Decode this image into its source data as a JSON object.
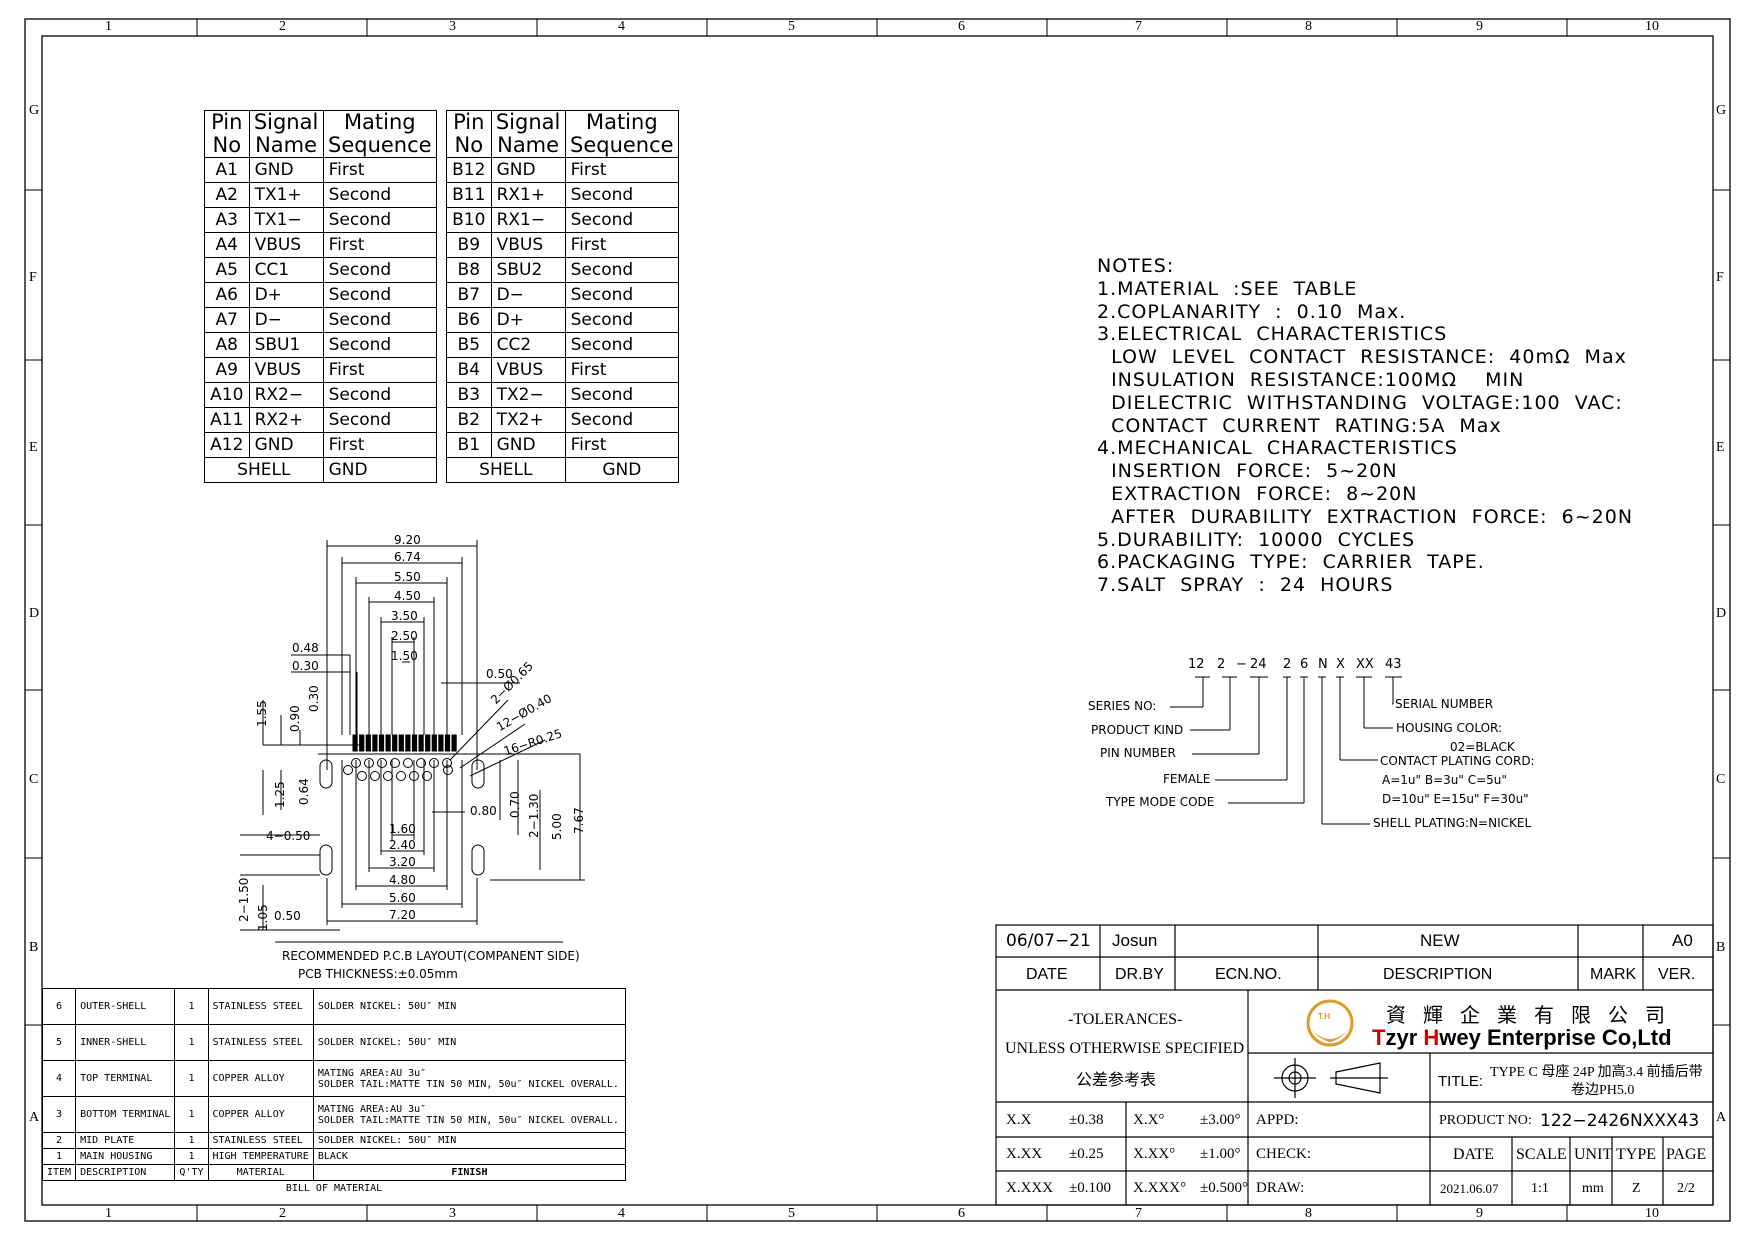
{
  "frame": {
    "col_numbers": [
      "1",
      "2",
      "3",
      "4",
      "5",
      "6",
      "7",
      "8",
      "9",
      "10"
    ],
    "row_letters": [
      "G",
      "F",
      "E",
      "D",
      "C",
      "B",
      "A"
    ]
  },
  "pin_table": {
    "header": {
      "pin_1": "Pin",
      "pin_2": "No",
      "sig_1": "Signal",
      "sig_2": "Name",
      "mat_1": "Mating",
      "mat_2": "Sequence"
    },
    "left_rows": [
      [
        "A1",
        "GND",
        "First"
      ],
      [
        "A2",
        "TX1+",
        "Second"
      ],
      [
        "A3",
        "TX1−",
        "Second"
      ],
      [
        "A4",
        "VBUS",
        "First"
      ],
      [
        "A5",
        "CC1",
        "Second"
      ],
      [
        "A6",
        "D+",
        "Second"
      ],
      [
        "A7",
        "D−",
        "Second"
      ],
      [
        "A8",
        "SBU1",
        "Second"
      ],
      [
        "A9",
        "VBUS",
        "First"
      ],
      [
        "A10",
        "RX2−",
        "Second"
      ],
      [
        "A11",
        "RX2+",
        "Second"
      ],
      [
        "A12",
        "GND",
        "First"
      ]
    ],
    "right_rows": [
      [
        "B12",
        "GND",
        "First"
      ],
      [
        "B11",
        "RX1+",
        "Second"
      ],
      [
        "B10",
        "RX1−",
        "Second"
      ],
      [
        "B9",
        "VBUS",
        "First"
      ],
      [
        "B8",
        "SBU2",
        "Second"
      ],
      [
        "B7",
        "D−",
        "Second"
      ],
      [
        "B6",
        "D+",
        "Second"
      ],
      [
        "B5",
        "CC2",
        "Second"
      ],
      [
        "B4",
        "VBUS",
        "First"
      ],
      [
        "B3",
        "TX2−",
        "Second"
      ],
      [
        "B2",
        "TX2+",
        "Second"
      ],
      [
        "B1",
        "GND",
        "First"
      ]
    ],
    "footer": {
      "shell": "SHELL",
      "gnd": "GND"
    }
  },
  "notes": {
    "title": "NOTES:",
    "lines": [
      "1.MATERIAL  :SEE  TABLE",
      "2.COPLANARITY  :  0.10  Max.",
      "3.ELECTRICAL  CHARACTERISTICS",
      "  LOW  LEVEL  CONTACT  RESISTANCE:  40mΩ  Max",
      "  INSULATION  RESISTANCE:100MΩ    MIN",
      "  DIELECTRIC  WITHSTANDING  VOLTAGE:100  VAC:",
      "  CONTACT  CURRENT  RATING:5A  Max",
      "4.MECHANICAL  CHARACTERISTICS",
      "  INSERTION  FORCE:  5~20N",
      "  EXTRACTION  FORCE:  8~20N",
      "  AFTER  DURABILITY  EXTRACTION  FORCE:  6~20N",
      "5.DURABILITY:  10000  CYCLES",
      "6.PACKAGING  TYPE:  CARRIER  TAPE.",
      "7.SALT  SPRAY  :  24  HOURS"
    ]
  },
  "part_code": {
    "code": [
      "12",
      "2",
      "−",
      "24",
      "2",
      "6",
      "N",
      "X",
      "XX",
      "43"
    ],
    "series_no": "SERIES  NO:",
    "product_kind": "PRODUCT  KIND",
    "pin_number": "PIN  NUMBER",
    "female": "FEMALE",
    "type_mode": "TYPE  MODE  CODE",
    "serial_number": "SERIAL  NUMBER",
    "housing_color": "HOUSING  COLOR:",
    "housing_black": "02=BLACK",
    "contact_plating": "CONTACT  PLATING  CORD:",
    "plating_row1": "A=1u\"   B=3u\"   C=5u\"",
    "plating_row2": "D=10u\"  E=15u\"  F=30u\"",
    "shell_plating": "SHELL  PLATING:N=NICKEL"
  },
  "pcb": {
    "dims_top": [
      "9.20",
      "6.74",
      "5.50",
      "4.50",
      "3.50",
      "2.50",
      "1.50"
    ],
    "dims_left": [
      "0.48",
      "0.30"
    ],
    "dim_050": "0.50",
    "hole_1": "2−Ø0.65",
    "hole_2": "12−Ø0.40",
    "hole_3": "16−R0.25",
    "v_155": "1.55",
    "v_090": "0.90",
    "v_030": "0.30",
    "v_125": "1.25",
    "v_064": "0.64",
    "dim_080": "0.80",
    "v_070": "0.70",
    "v_2130": "2−1.30",
    "v_500": "5.00",
    "v_767": "7.67",
    "dim_4050": "4−0.50",
    "dims_bottom": [
      "1.60",
      "2.40",
      "3.20",
      "4.80",
      "5.60",
      "7.20"
    ],
    "v_2150": "2−1.50",
    "v_105": "1.05",
    "dim_b050": "0.50",
    "caption": "RECOMMENDED  P.C.B  LAYOUT(COMPANENT  SIDE)",
    "thickness": "PCB  THICKNESS:±0.05mm"
  },
  "bom": {
    "rows": [
      {
        "item": "6",
        "desc": "OUTER-SHELL",
        "qty": "1",
        "mat": "STAINLESS STEEL",
        "finish": [
          "SOLDER NICKEL: 50U″ MIN"
        ]
      },
      {
        "item": "5",
        "desc": "INNER-SHELL",
        "qty": "1",
        "mat": "STAINLESS STEEL",
        "finish": [
          "SOLDER NICKEL: 50U″ MIN"
        ]
      },
      {
        "item": "4",
        "desc": "TOP TERMINAL",
        "qty": "1",
        "mat": "COPPER ALLOY",
        "finish": [
          "MATING AREA:AU 3u″",
          "SOLDER TAIL:MATTE TIN 50 MIN, 50u″ NICKEL OVERALL."
        ]
      },
      {
        "item": "3",
        "desc": "BOTTOM TERMINAL",
        "qty": "1",
        "mat": "COPPER ALLOY",
        "finish": [
          "MATING AREA:AU 3u″",
          "SOLDER TAIL:MATTE TIN 50 MIN, 50u″ NICKEL OVERALL."
        ]
      },
      {
        "item": "2",
        "desc": "MID PLATE",
        "qty": "1",
        "mat": "STAINLESS STEEL",
        "finish": [
          "SOLDER NICKEL: 50U″ MIN"
        ]
      },
      {
        "item": "1",
        "desc": "MAIN HOUSING",
        "qty": "1",
        "mat": "HIGH TEMPERATURE",
        "finish": [
          "BLACK"
        ]
      }
    ],
    "header": {
      "item": "ITEM",
      "desc": "DESCRIPTION",
      "qty": "Q'TY",
      "mat": "MATERIAL",
      "finish": "FINISH"
    },
    "caption": "BILL  OF  MATERIAL"
  },
  "title_block": {
    "date_val": "06/07−21",
    "drby_val": "Josun",
    "desc_val": "NEW",
    "ver_val": "A0",
    "date_lbl": "DATE",
    "drby_lbl": "DR.BY",
    "ecn_lbl": "ECN.NO.",
    "desc_lbl": "DESCRIPTION",
    "mark_lbl": "MARK",
    "ver_lbl": "VER.",
    "tol_1": "-TOLERANCES-",
    "tol_2": "UNLESS OTHERWISE SPECIFIED",
    "tol_3": "公差参考表",
    "company_cn": "資 輝 企 業 有 限 公 司",
    "company_en_1": "T",
    "company_en_2": "zyr ",
    "company_en_3": "H",
    "company_en_4": "wey Enterprise Co,Ltd",
    "logo_text": "T.H",
    "title_lbl": "TITLE:",
    "title_1": "TYPE C 母座 24P 加高3.4 前插后带",
    "title_2": "卷边PH5.0",
    "tol_rows": [
      [
        "X.X",
        "±0.38",
        "X.X°",
        "±3.00°"
      ],
      [
        "X.XX",
        "±0.25",
        "X.XX°",
        "±1.00°"
      ],
      [
        "X.XXX",
        "±0.100",
        "X.XXX°",
        "±0.500°"
      ]
    ],
    "appd": "APPD:",
    "check": "CHECK:",
    "draw": "DRAW:",
    "product_lbl": "PRODUCT NO:",
    "product_val": "122−2426NXXX43",
    "h_date": "DATE",
    "h_scale": "SCALE",
    "h_unit": "UNIT",
    "h_type": "TYPE",
    "h_page": "PAGE",
    "v_date": "2021.06.07",
    "v_scale": "1:1",
    "v_unit": "mm",
    "v_type": "Z",
    "v_page": "2/2"
  },
  "colors": {
    "logo": "#e09a2a",
    "brand_red": "#d40000",
    "ink": "#000000"
  }
}
